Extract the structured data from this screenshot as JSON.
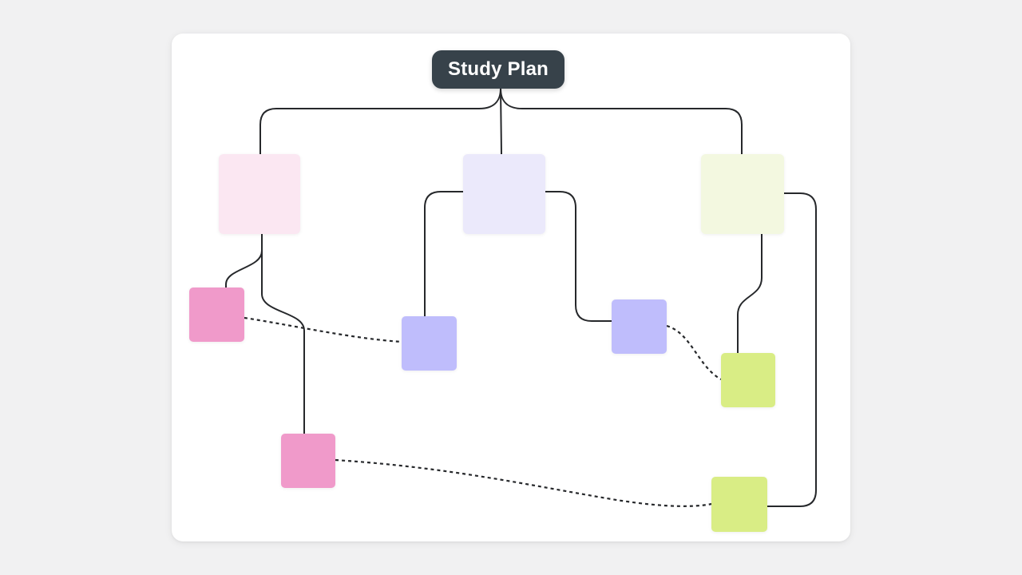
{
  "canvas": {
    "page_background": "#f1f1f2",
    "card_background": "#ffffff",
    "line_color": "#26282b"
  },
  "diagram": {
    "root": {
      "id": "study-plan",
      "label": "Study Plan",
      "background": "#37424a",
      "text_color": "#ffffff"
    },
    "nodes": [
      {
        "id": "topic-pink",
        "color": "#fbe7f2"
      },
      {
        "id": "topic-lavender",
        "color": "#ebe9fb"
      },
      {
        "id": "topic-green",
        "color": "#f3f8e0"
      },
      {
        "id": "sub-pink-1",
        "color": "#f09aca"
      },
      {
        "id": "sub-purple-1",
        "color": "#bfbdfc"
      },
      {
        "id": "sub-purple-2",
        "color": "#bfbdfc"
      },
      {
        "id": "sub-green-1",
        "color": "#d9ed85"
      },
      {
        "id": "sub-pink-2",
        "color": "#f09aca"
      },
      {
        "id": "sub-green-2",
        "color": "#d9ed85"
      }
    ],
    "edges": [
      {
        "from": "study-plan",
        "to": "topic-pink",
        "style": "solid"
      },
      {
        "from": "study-plan",
        "to": "topic-lavender",
        "style": "solid"
      },
      {
        "from": "study-plan",
        "to": "topic-green",
        "style": "solid"
      },
      {
        "from": "topic-pink",
        "to": "sub-pink-1",
        "style": "solid"
      },
      {
        "from": "topic-pink",
        "to": "sub-pink-2",
        "style": "solid"
      },
      {
        "from": "topic-lavender",
        "to": "sub-purple-1",
        "style": "solid"
      },
      {
        "from": "topic-lavender",
        "to": "sub-purple-2",
        "style": "solid"
      },
      {
        "from": "topic-green",
        "to": "sub-green-1",
        "style": "solid"
      },
      {
        "from": "topic-green",
        "to": "sub-green-2",
        "style": "solid"
      },
      {
        "from": "sub-pink-1",
        "to": "sub-purple-1",
        "style": "dotted"
      },
      {
        "from": "sub-purple-2",
        "to": "sub-green-1",
        "style": "dotted"
      },
      {
        "from": "sub-pink-2",
        "to": "sub-green-2",
        "style": "dotted"
      }
    ]
  }
}
